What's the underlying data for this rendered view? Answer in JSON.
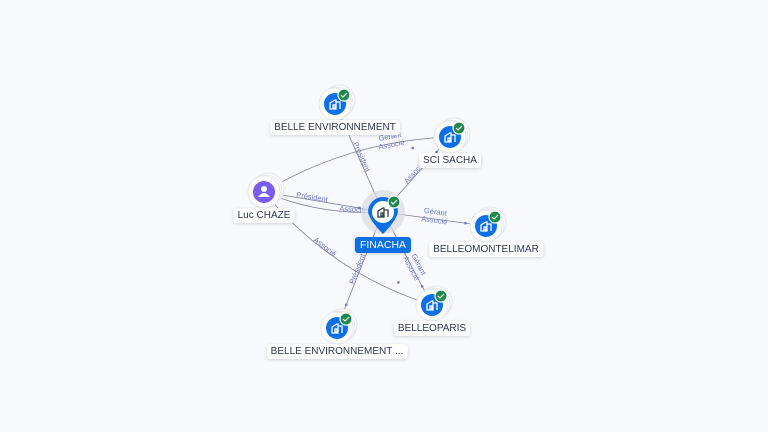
{
  "nodes": [
    {
      "id": "belle_env",
      "label": "BELLE ENVIRONNEMENT",
      "type": "company",
      "verified": true
    },
    {
      "id": "sci_sacha",
      "label": "SCI SACHA",
      "type": "company",
      "verified": true
    },
    {
      "id": "luc",
      "label": "Luc CHAZE",
      "type": "person",
      "verified": false
    },
    {
      "id": "finacha",
      "label": "FINACHA",
      "type": "company",
      "verified": true,
      "main": true
    },
    {
      "id": "montelimar",
      "label": "BELLEOMONTELIMAR",
      "type": "company",
      "verified": true
    },
    {
      "id": "paris",
      "label": "BELLEOPARIS",
      "type": "company",
      "verified": true
    },
    {
      "id": "belle_env2",
      "label": "BELLE ENVIRONNEMENT ...",
      "type": "company",
      "verified": true
    }
  ],
  "edges": [
    {
      "from": "finacha",
      "to": "belle_env",
      "labels": [
        "Président"
      ]
    },
    {
      "from": "luc",
      "to": "sci_sacha",
      "labels": [
        "Gérant",
        "Associé"
      ]
    },
    {
      "from": "finacha",
      "to": "sci_sacha",
      "labels": [
        "Associé"
      ]
    },
    {
      "from": "luc",
      "to": "finacha",
      "labels": [
        "Président"
      ]
    },
    {
      "from": "luc",
      "to": "finacha",
      "labels": [
        "Associé"
      ]
    },
    {
      "from": "finacha",
      "to": "montelimar",
      "labels": [
        "Gérant",
        "Associé"
      ]
    },
    {
      "from": "luc",
      "to": "paris",
      "labels": [
        "Associé"
      ]
    },
    {
      "from": "finacha",
      "to": "paris",
      "labels": [
        "Gérant",
        "Associé"
      ]
    },
    {
      "from": "finacha",
      "to": "belle_env2",
      "labels": [
        "Président"
      ]
    }
  ],
  "colors": {
    "company": "#0b6fe8",
    "person": "#7b5cf0",
    "verified": "#1c8a4a",
    "edge": "#7a7f95",
    "edge_label": "#6f75d8"
  }
}
